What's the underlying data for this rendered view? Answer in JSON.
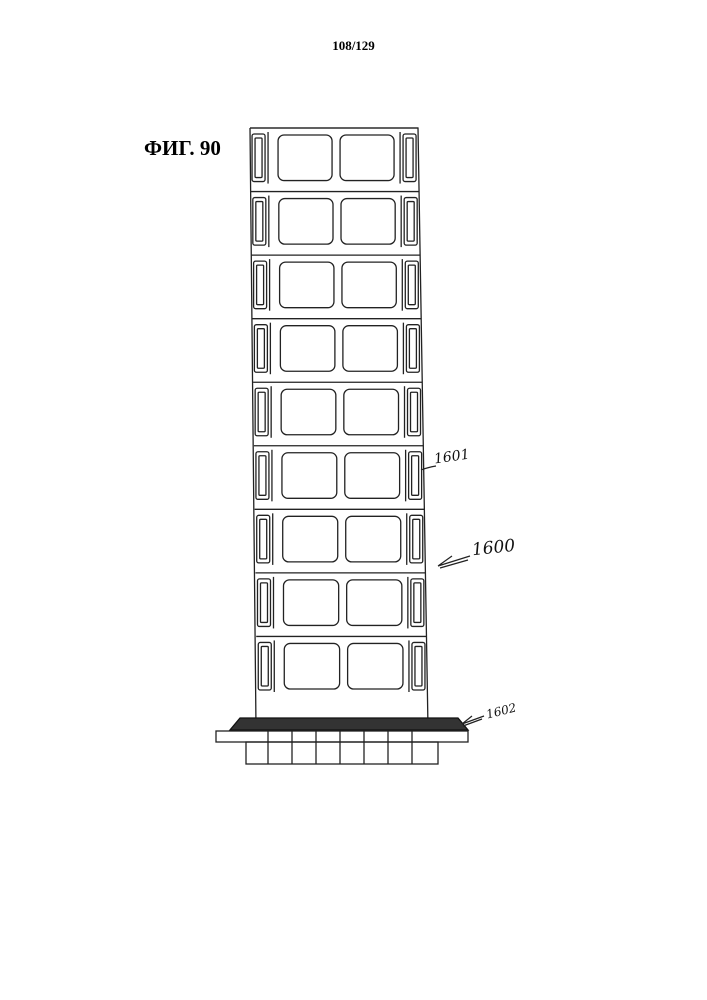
{
  "page": {
    "number": "108/129"
  },
  "figure": {
    "label": "ФИГ. 90",
    "references": {
      "r1601": "1601",
      "r1600": "1600",
      "r1602": "1602"
    }
  },
  "drawing": {
    "grid_rows": 9,
    "grid_columns": 4
  }
}
